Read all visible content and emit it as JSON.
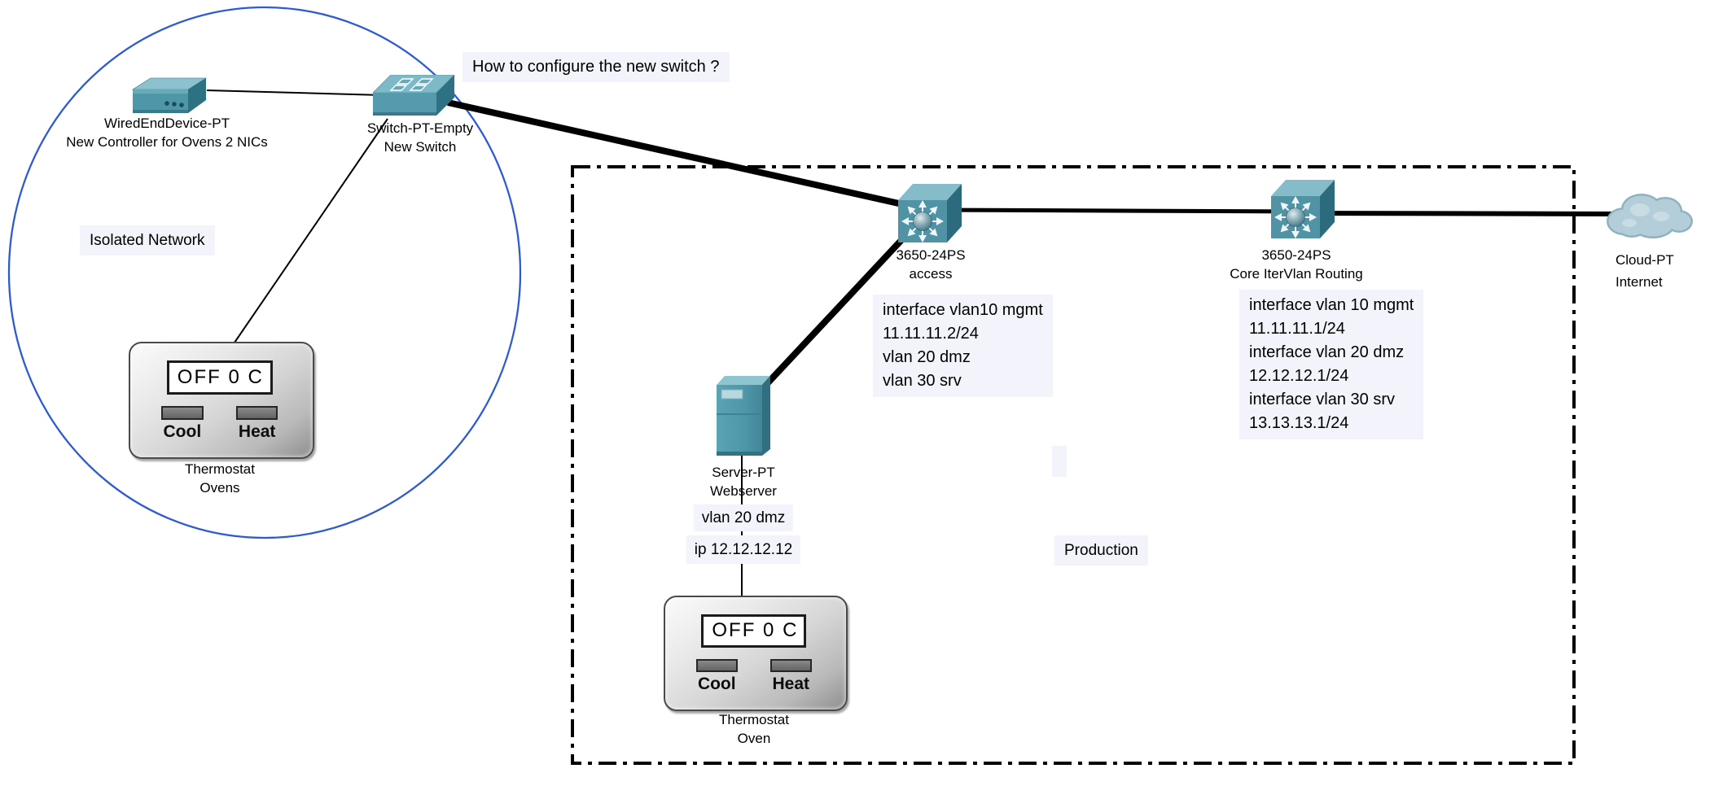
{
  "question": {
    "note": "How to configure the new switch ?"
  },
  "zones": {
    "isolated": {
      "label": "Isolated Network",
      "controller": {
        "model": "WiredEndDevice-PT",
        "name": "New Controller for Ovens 2 NICs"
      },
      "switch": {
        "model": "Switch-PT-Empty",
        "name": "New Switch"
      },
      "thermostat": {
        "display": "OFF 0 C",
        "cool": "Cool",
        "heat": "Heat",
        "type": "Thermostat",
        "name": "Ovens"
      }
    },
    "production": {
      "label": "Production",
      "access": {
        "model": "3650-24PS",
        "name": "access",
        "config": "interface vlan10 mgmt\n11.11.11.2/24\nvlan 20 dmz\nvlan 30 srv"
      },
      "core": {
        "model": "3650-24PS",
        "name": "Core IterVlan Routing",
        "config": "interface vlan 10 mgmt\n11.11.11.1/24\n interface vlan 20 dmz\n12.12.12.1/24\ninterface vlan 30 srv\n13.13.13.1/24"
      },
      "server": {
        "model": "Server-PT",
        "name": "Webserver",
        "vlan_note": "vlan 20 dmz",
        "ip_note": "ip 12.12.12.12"
      },
      "thermostat": {
        "display": "OFF 0 C",
        "cool": "Cool",
        "heat": "Heat",
        "type": "Thermostat",
        "name": "Oven"
      }
    }
  },
  "internet": {
    "model": "Cloud-PT",
    "name": "Internet"
  },
  "colors": {
    "ellipse_blue": "#2f5bd1",
    "cable_black": "#000000",
    "device_teal_front": "#4f93a5",
    "device_teal_top": "#85bcc9",
    "device_teal_side": "#2c6b7d",
    "note_background": "#f2f3fb",
    "cloud_fill": "#b4ced9"
  }
}
